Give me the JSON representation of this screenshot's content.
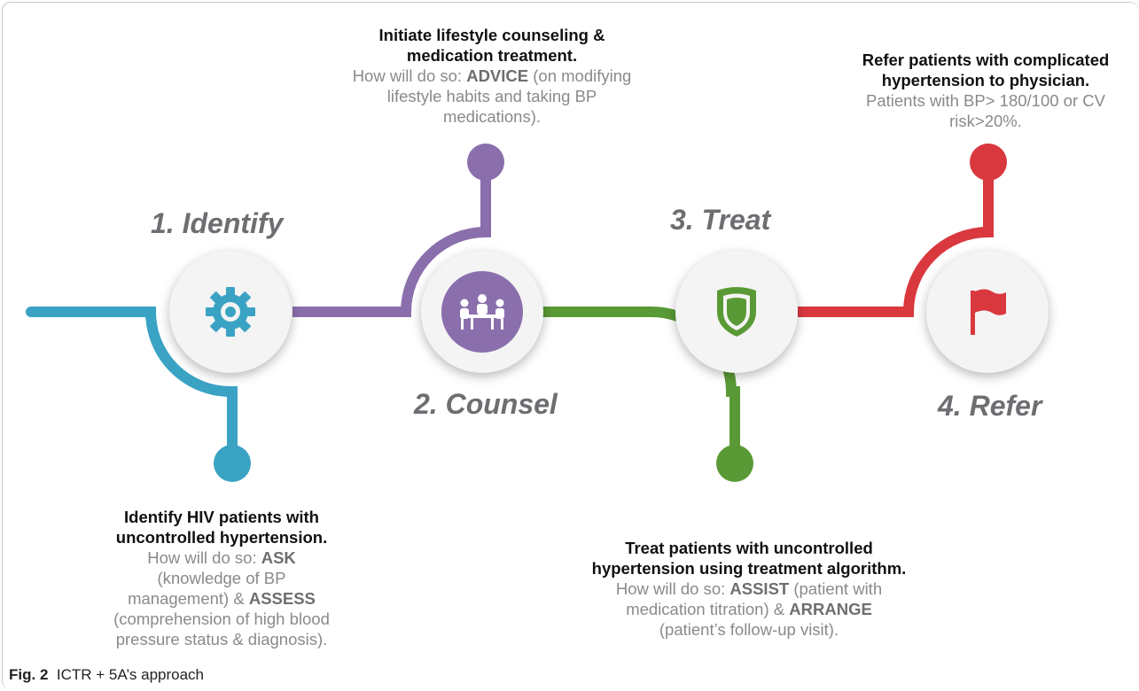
{
  "colors": {
    "identify": "#3aa3c4",
    "counsel": "#8a6fac",
    "treat": "#5a9a36",
    "refer": "#d9383e"
  },
  "stages": {
    "identify": {
      "title": "1. Identify",
      "icon": "gear-icon",
      "head1": "Identify HIV patients with",
      "head2": "uncontrolled hypertension.",
      "l1_pre": "How will do so: ",
      "l1_b": "ASK",
      "l2": "(knowledge of BP",
      "l3_pre": "management) & ",
      "l3_b": "ASSESS",
      "l4": "(comprehension of high blood",
      "l5": "pressure status & diagnosis)."
    },
    "counsel": {
      "title": "2. Counsel",
      "icon": "meeting-icon",
      "head1": "Initiate lifestyle counseling &",
      "head2": "medication treatment.",
      "l1_pre": "How will do so: ",
      "l1_b": "ADVICE",
      "l1_post": " (on modifying",
      "l2": "lifestyle habits and taking BP",
      "l3": "medications)."
    },
    "treat": {
      "title": "3. Treat",
      "icon": "shield-icon",
      "head1": "Treat patients with uncontrolled",
      "head2": "hypertension using treatment algorithm.",
      "l1_pre": "How will do so: ",
      "l1_b": "ASSIST",
      "l1_post": " (patient with",
      "l2_pre": "medication titration) & ",
      "l2_b": "ARRANGE",
      "l3": "(patient’s follow-up visit)."
    },
    "refer": {
      "title": "4. Refer",
      "icon": "flag-icon",
      "head1": "Refer patients with complicated",
      "head2": "hypertension to physician.",
      "l1": "Patients with BP> 180/100 or CV",
      "l2": "risk>20%."
    }
  },
  "caption": {
    "label": "Fig. 2",
    "text": "ICTR + 5A’s approach"
  }
}
